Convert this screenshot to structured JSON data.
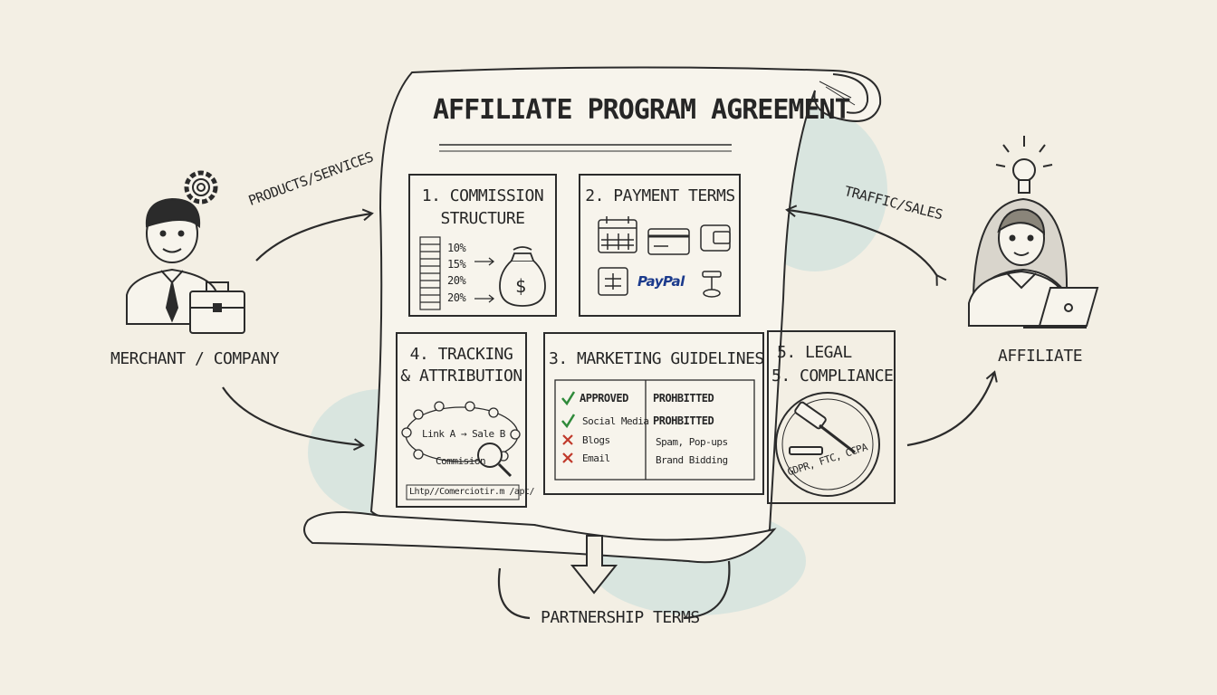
{
  "diagram": {
    "title": "AFFILIATE PROGRAM AGREEMENT",
    "roles": {
      "merchant": "MERCHANT / COMPANY",
      "affiliate": "AFFILIATE"
    },
    "flows": {
      "products_services": "PRODUCTS/SERVICES",
      "traffic_sales": "TRAFFIC/SALES",
      "partnership_terms": "PARTNERSHIP TERMS"
    },
    "sections": {
      "commission": {
        "heading_1": "1. COMMISSION",
        "heading_2": "STRUCTURE",
        "rates": [
          "10%",
          "15%",
          "20%",
          "20%"
        ],
        "money_symbol": "$"
      },
      "payment": {
        "heading": "2. PAYMENT TERMS",
        "paypal": "PayPal"
      },
      "marketing": {
        "heading": "3. MARKETING GUIDELINES",
        "approved_header": "APPROVED",
        "approved_items": [
          "Social Media",
          "Blogs",
          "Email"
        ],
        "prohibited_header": "PROHBITTED",
        "prohibited_subheader": "PROHBITTED",
        "prohibited_items": [
          "Spam, Pop-ups",
          "Brand Bidding"
        ]
      },
      "tracking": {
        "heading_1": "4. TRACKING",
        "heading_2": "& ATTRIBUTION",
        "link_text": "Link A → Sale B",
        "commission_text": "Commision",
        "url_text": "Lhtp//Comerciotir.m /apt/"
      },
      "legal": {
        "heading_1": "5. LEGAL",
        "heading_2": "5. COMPLIANCE",
        "seal_text": "GDPR, FTC, CCPA"
      }
    },
    "colors": {
      "paper": "#f3efe4",
      "ink": "#2b2b2b",
      "wash": "#a9d3d6",
      "approved": "#2f8a3a",
      "prohibited": "#c0392b",
      "paypal_dark": "#1b3a8c",
      "paypal_light": "#2a9fd8"
    }
  }
}
